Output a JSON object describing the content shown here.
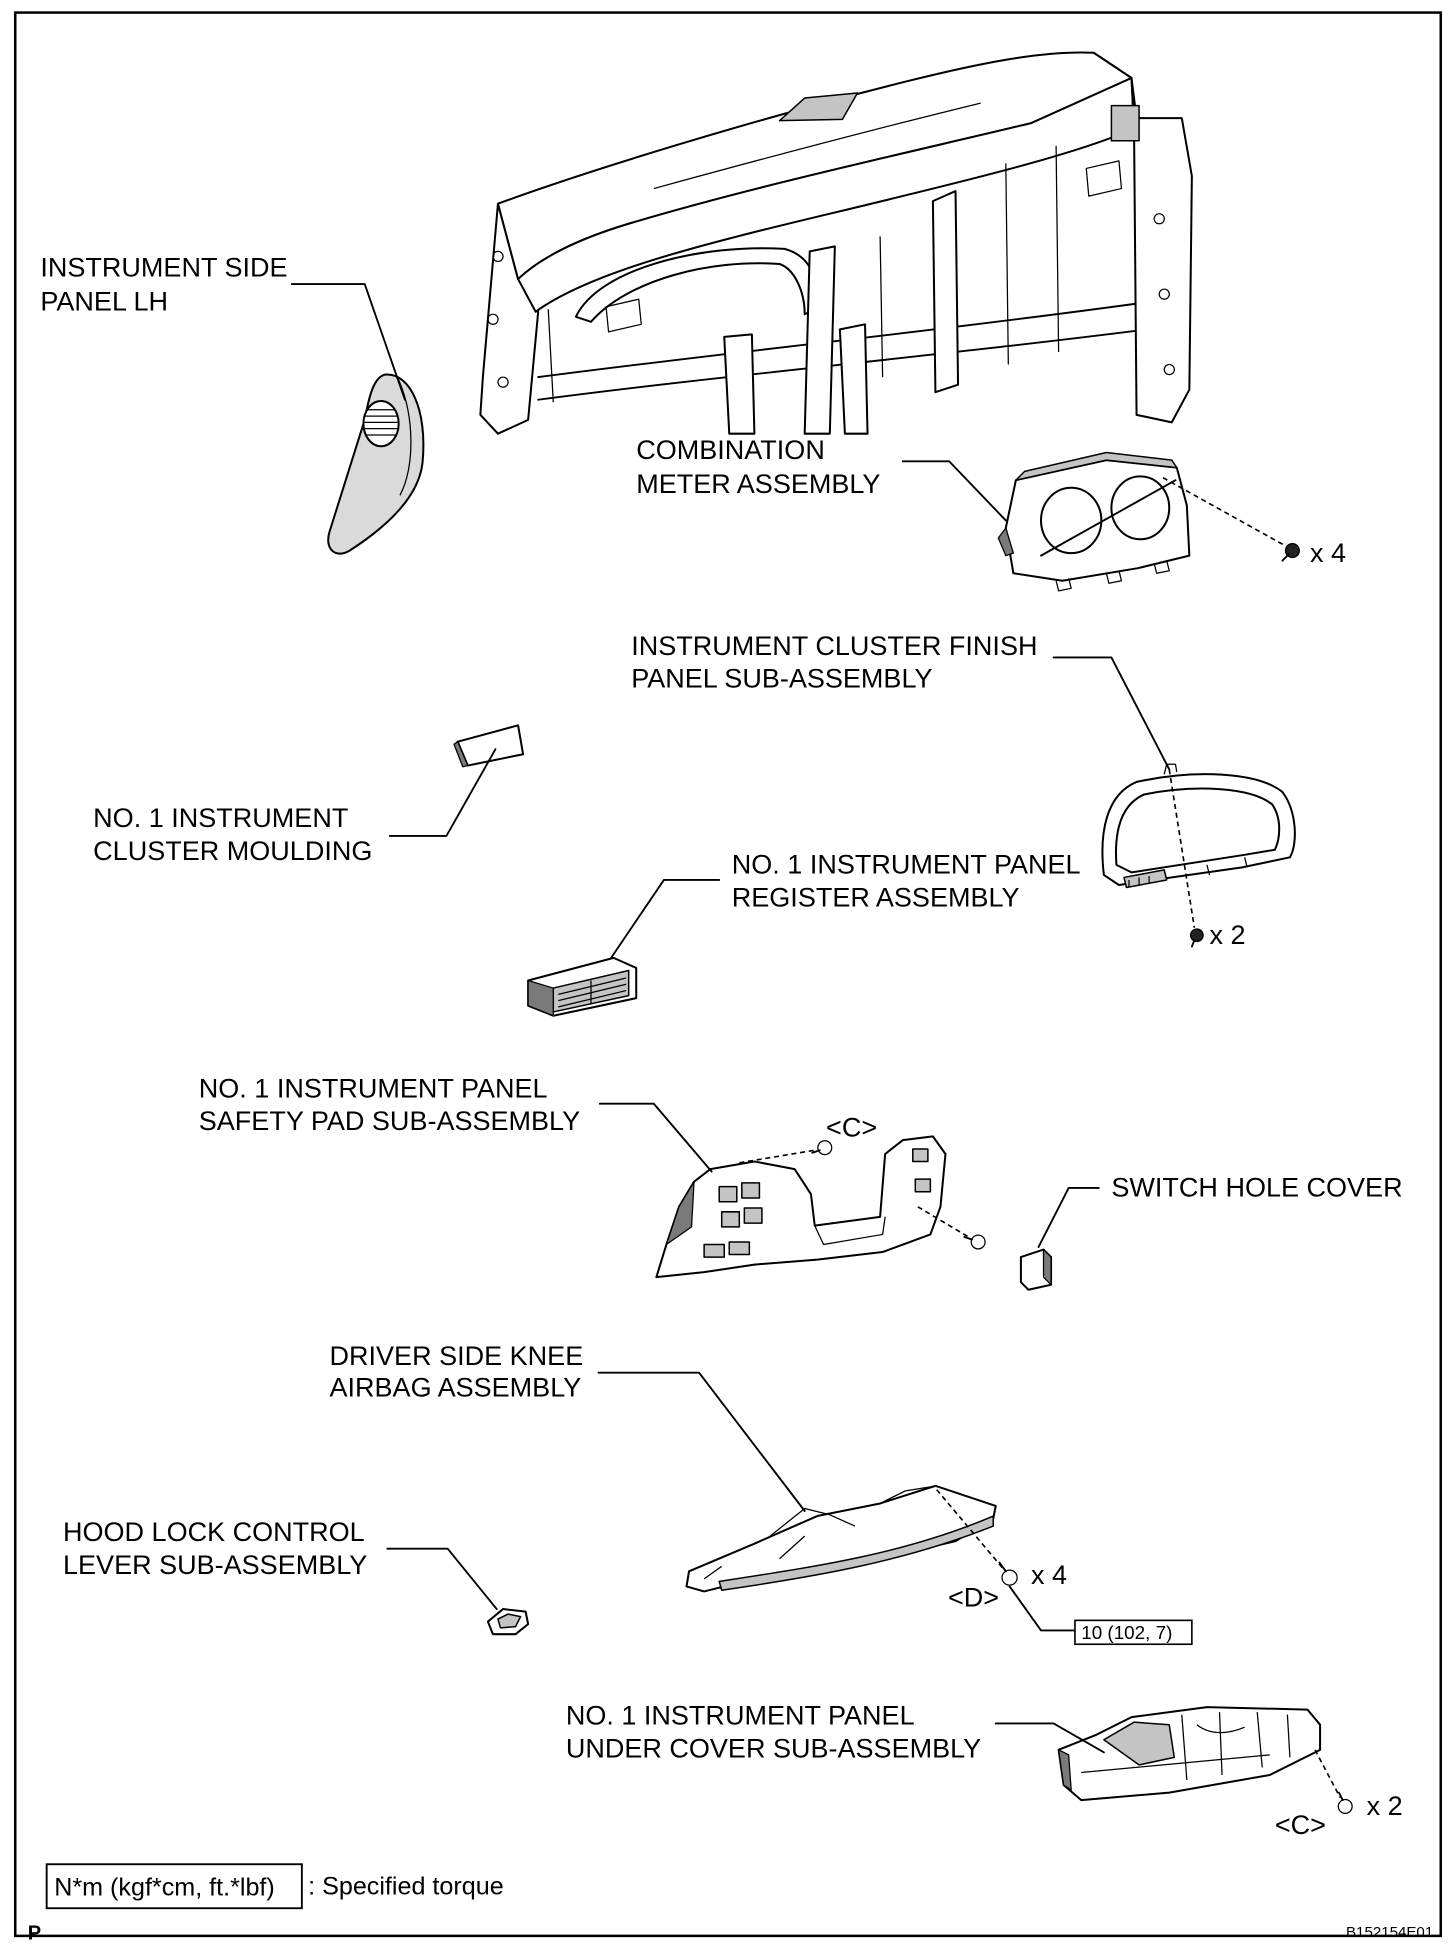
{
  "parts": {
    "instrument_side_panel_lh": {
      "line1": "INSTRUMENT SIDE",
      "line2": "PANEL LH"
    },
    "combination_meter_assembly": {
      "line1": "COMBINATION",
      "line2": "METER ASSEMBLY",
      "qty": "x 4"
    },
    "instrument_cluster_finish_panel": {
      "line1": "INSTRUMENT CLUSTER FINISH",
      "line2": "PANEL SUB-ASSEMBLY",
      "qty": "x 2"
    },
    "no1_instrument_cluster_moulding": {
      "line1": "NO. 1 INSTRUMENT",
      "line2": "CLUSTER MOULDING"
    },
    "no1_instrument_panel_register": {
      "line1": "NO. 1 INSTRUMENT PANEL",
      "line2": "REGISTER ASSEMBLY"
    },
    "no1_instrument_panel_safety_pad": {
      "line1": "NO. 1 INSTRUMENT PANEL",
      "line2": "SAFETY PAD SUB-ASSEMBLY",
      "fastener_ref": "<C>"
    },
    "switch_hole_cover": {
      "line1": "SWITCH HOLE COVER"
    },
    "driver_side_knee_airbag": {
      "line1": "DRIVER SIDE KNEE",
      "line2": "AIRBAG ASSEMBLY",
      "qty": "x 4",
      "fastener_ref": "<D>",
      "torque": "10 (102, 7)"
    },
    "hood_lock_control_lever": {
      "line1": "HOOD LOCK CONTROL",
      "line2": "LEVER SUB-ASSEMBLY"
    },
    "no1_instrument_panel_under_cover": {
      "line1": "NO. 1 INSTRUMENT PANEL",
      "line2": "UNDER COVER SUB-ASSEMBLY",
      "qty": "x 2",
      "fastener_ref": "<C>"
    }
  },
  "legend": {
    "torque_unit": "N*m (kgf*cm, ft.*lbf)",
    "description": ": Specified torque"
  },
  "footer": {
    "page_marker": "P",
    "figure_id": "B152154E01"
  }
}
